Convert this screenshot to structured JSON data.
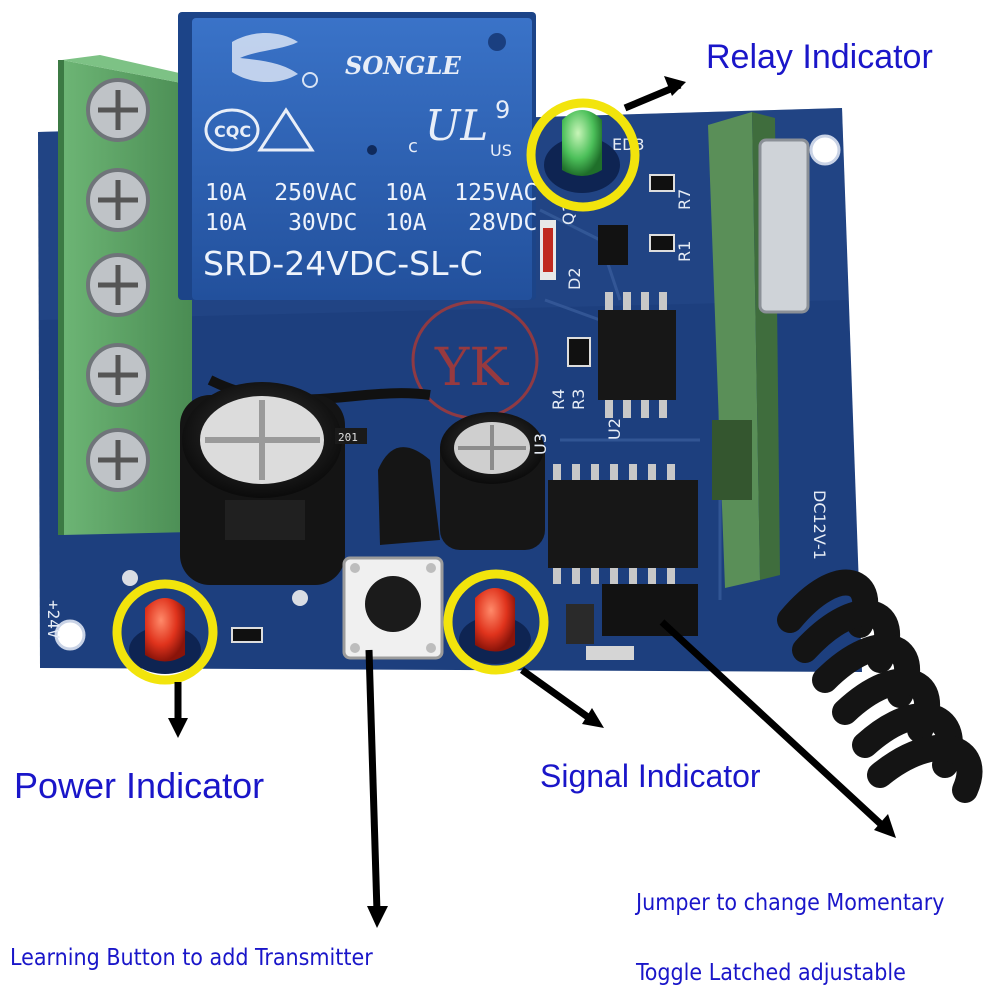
{
  "relay": {
    "brand": "SONGLE",
    "mark_cqc": "CQC",
    "ul_c": "c",
    "ul_us": "US",
    "ul_num": "9",
    "rating_row1": "10A  250VAC  10A  125VAC",
    "rating_row2": "10A   30VDC  10A   28VDC",
    "model": "SRD-24VDC-SL-C"
  },
  "board": {
    "watermark": "YK",
    "silkscreen_supply": "+24V",
    "silkscreen_board": "DC12V-1",
    "cap_marking": "201",
    "led_ref": "ED3",
    "ref_q1": "Q1",
    "ref_d2": "D2",
    "ref_r7": "R7",
    "ref_r1": "R1",
    "ref_r4": "R4",
    "ref_r3": "R3",
    "ref_u2": "U2",
    "ref_u3": "U3"
  },
  "annotations": {
    "relay_indicator": "Relay Indicator",
    "power_indicator": "Power Indicator",
    "signal_indicator": "Signal Indicator",
    "learning_button": "Learning Button to add Transmitter",
    "jumper_line1": "Jumper to change Momentary",
    "jumper_line2": "Toggle Latched adjustable"
  },
  "colors": {
    "pcb": "#1d3f7e",
    "relay_body": "#2a5fb5",
    "terminal": "#5ea367",
    "highlight_ring": "#f2e40c",
    "led_red": "#e0331c",
    "led_green": "#4cc05a",
    "label_text": "#1a16c9",
    "antenna": "#141414"
  }
}
